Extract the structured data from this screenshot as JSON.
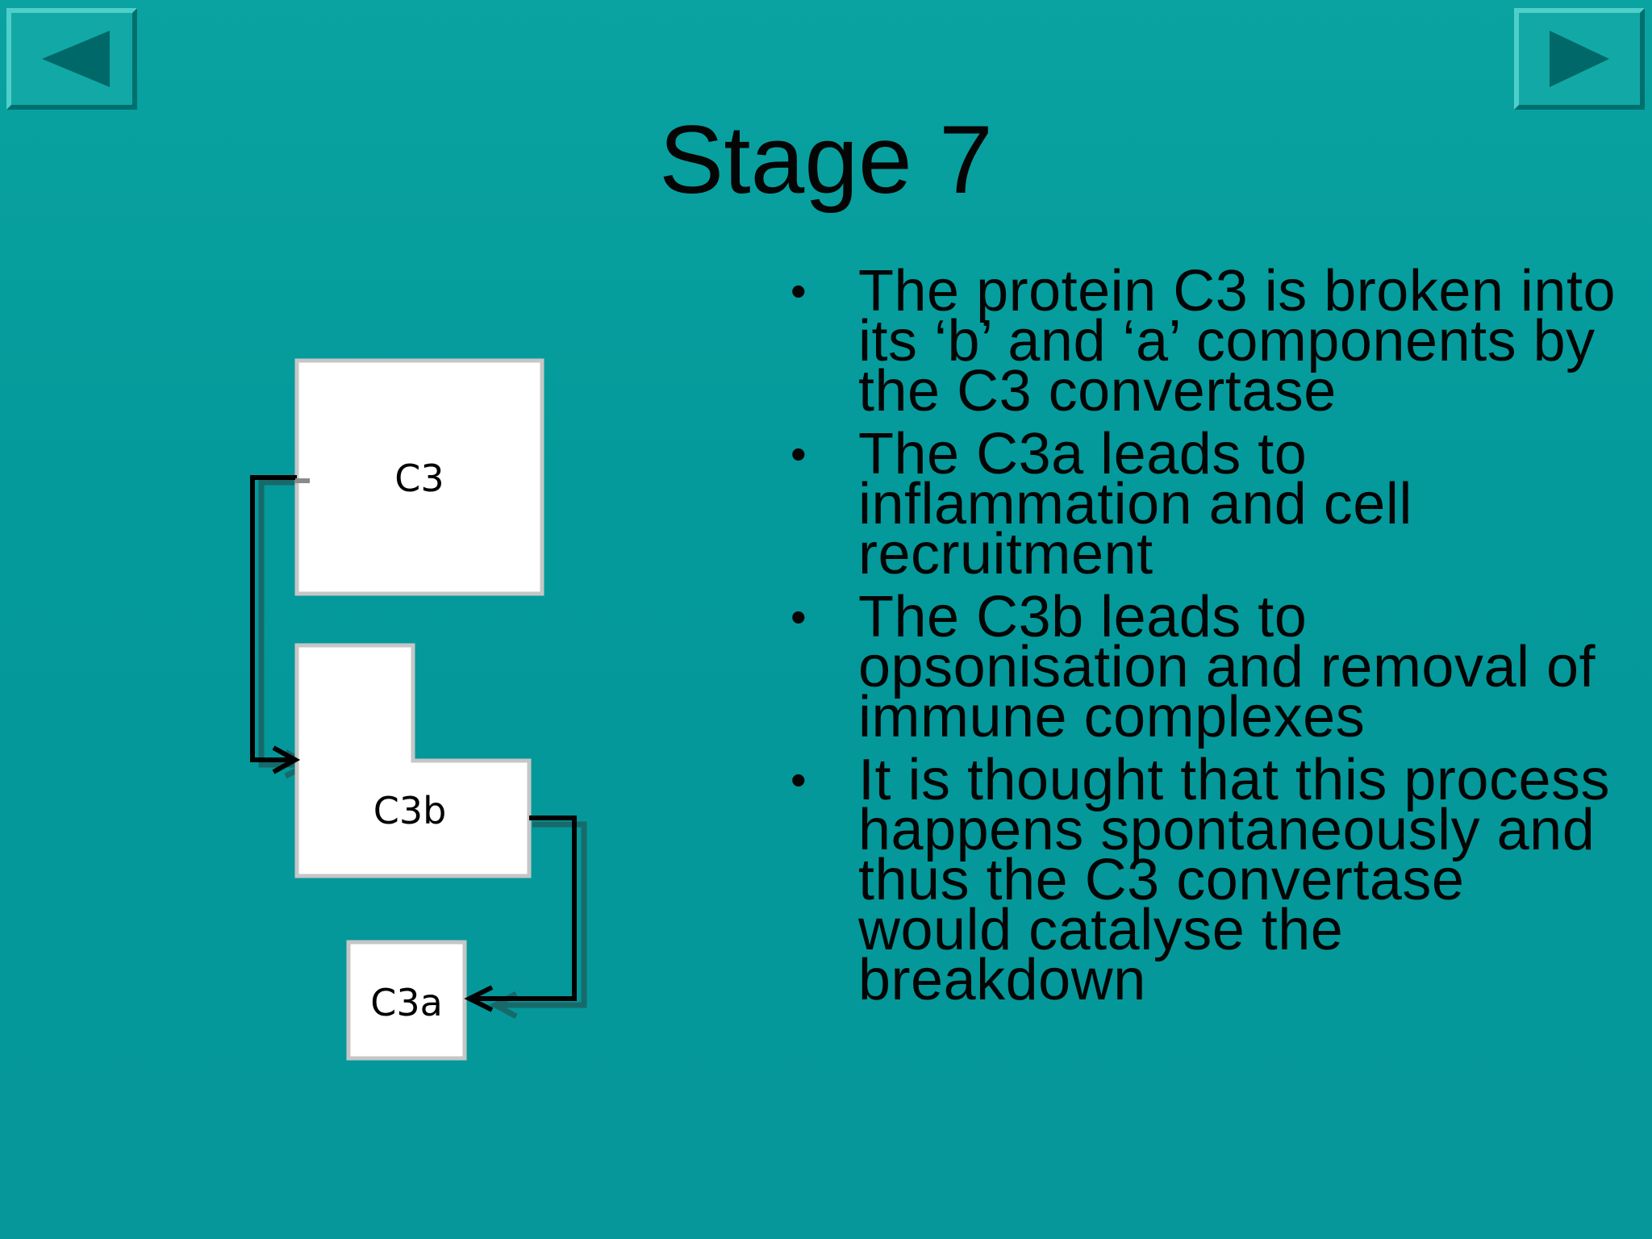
{
  "slide": {
    "title": "Stage 7"
  },
  "navigation": {
    "prev_icon": "triangle-left-icon",
    "next_icon": "triangle-right-icon"
  },
  "diagram": {
    "c3_label": "C3",
    "c3b_label": "C3b",
    "c3a_label": "C3a"
  },
  "bullets": [
    "The protein C3 is broken into its ‘b’ and ‘a’ components by the C3 convertase",
    "The C3a leads to inflammation and cell recruitment",
    "The C3b leads to opsonisation and removal of immune complexes",
    "It is thought that this process happens spontaneously and thus the C3 convertase would catalyse the breakdown"
  ],
  "colors": {
    "background": "#05979a",
    "button_face": "#12a8a6",
    "button_arrow": "#006868",
    "box_fill": "#ffffff",
    "box_border": "#c8c8c8"
  }
}
